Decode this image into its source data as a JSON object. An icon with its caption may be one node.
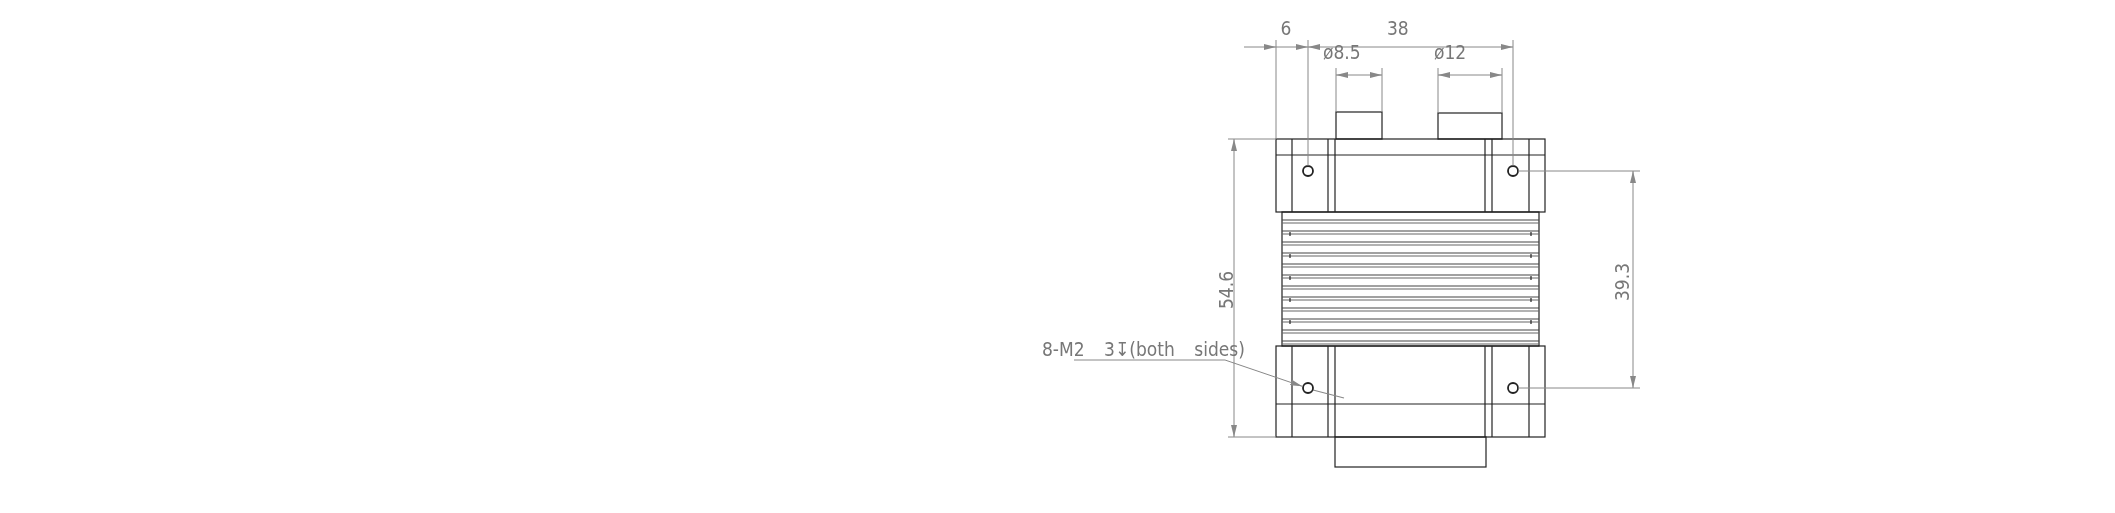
{
  "diagram": {
    "nodes": [
      {
        "text": [
          "8-M2 3↧(both sides)"
        ]
      },
      {
        "text": [],
        "shape": "circle"
      }
    ],
    "edges": [
      {
        "from": 0,
        "to": 1,
        "arrow": "to"
      }
    ],
    "labels": [
      "6",
      "38",
      "ø8.5",
      "ø12",
      "54.6",
      "39.3"
    ]
  }
}
